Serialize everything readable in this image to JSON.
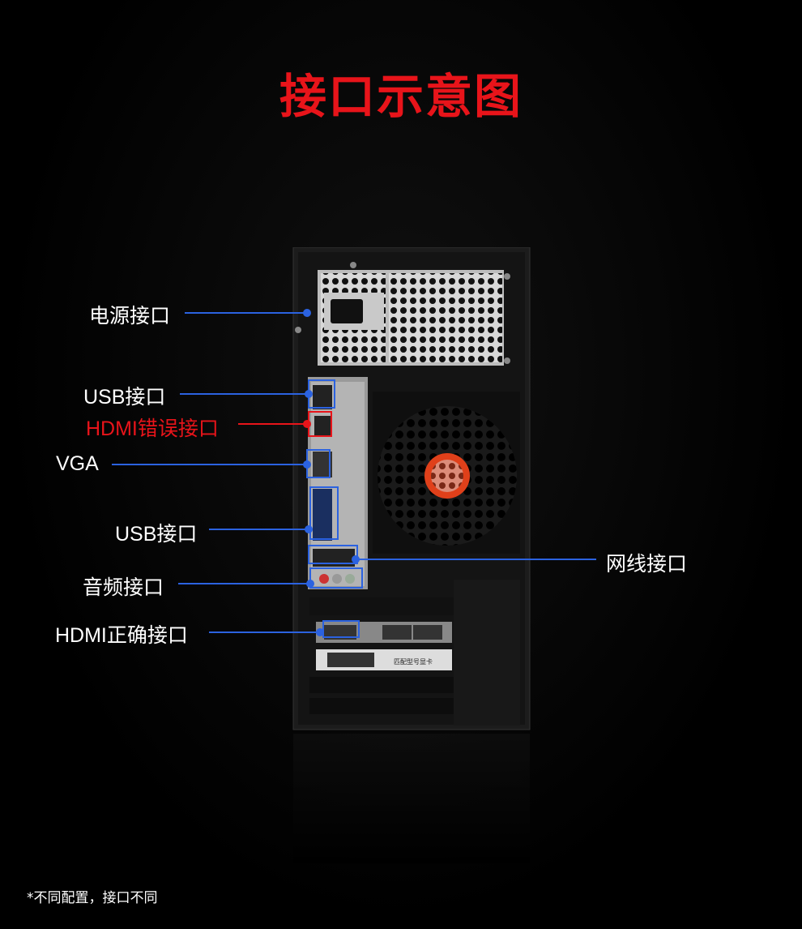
{
  "title": "接口示意图",
  "labels": {
    "power": "电源接口",
    "usb_top": "USB接口",
    "hdmi_wrong": "HDMI错误接口",
    "vga": "VGA",
    "usb_mid": "USB接口",
    "network": "网线接口",
    "audio": "音频接口",
    "hdmi_right": "HDMI正确接口"
  },
  "card_sticker": "匹配型号显卡",
  "note": "*不同配置，接口不同",
  "colors": {
    "title": "#e8141a",
    "accent": "#2b62e0",
    "wrong": "#e8141a"
  }
}
